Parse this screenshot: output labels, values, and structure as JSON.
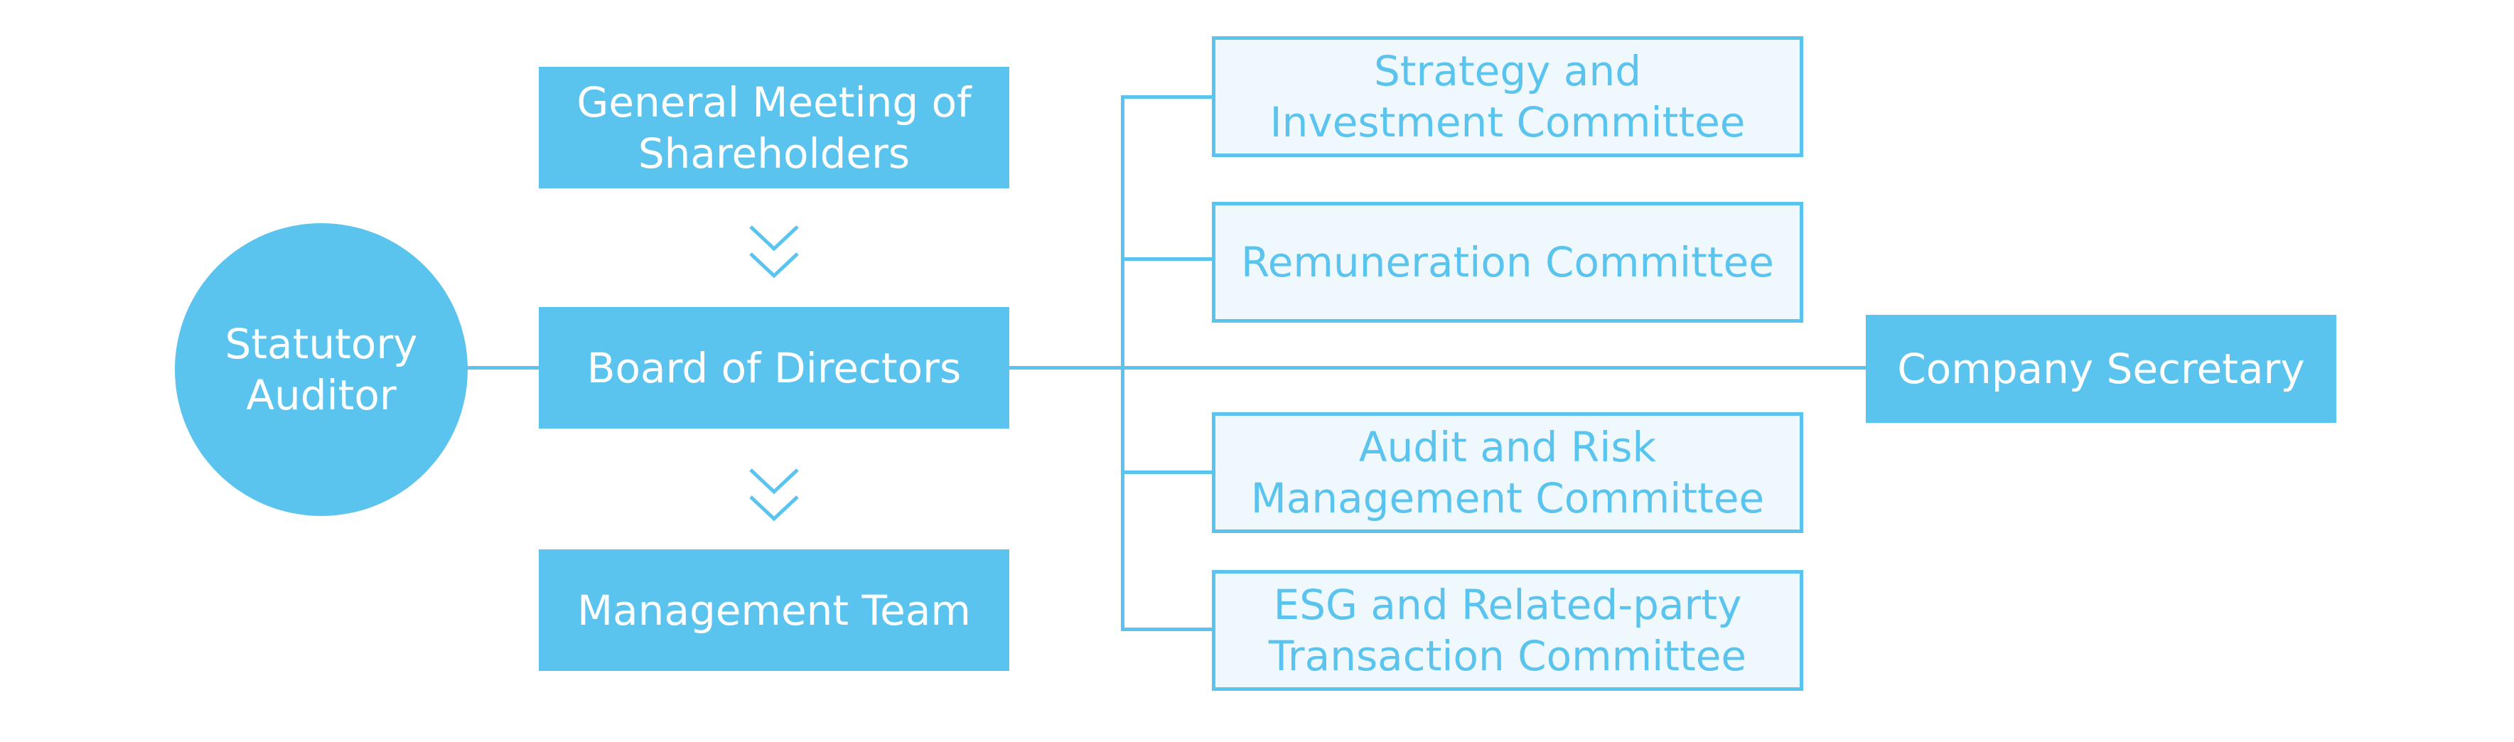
{
  "colors": {
    "accent": "#5bc4ee",
    "outline_fill": "#eff9fd",
    "text_on_accent": "#ffffff"
  },
  "nodes": {
    "statutory_auditor": "Statutory\nAuditor",
    "general_meeting": "General Meeting of\nShareholders",
    "board": "Board of Directors",
    "management": "Management Team",
    "company_secretary": "Company Secretary"
  },
  "committees": [
    {
      "label": "Strategy and\nInvestment Committee"
    },
    {
      "label": "Remuneration Committee"
    },
    {
      "label": "Audit and Risk\nManagement Committee"
    },
    {
      "label": "ESG and Related-party\nTransaction Committee"
    }
  ],
  "icons": {
    "arrow": "double-chevron-down-icon"
  }
}
